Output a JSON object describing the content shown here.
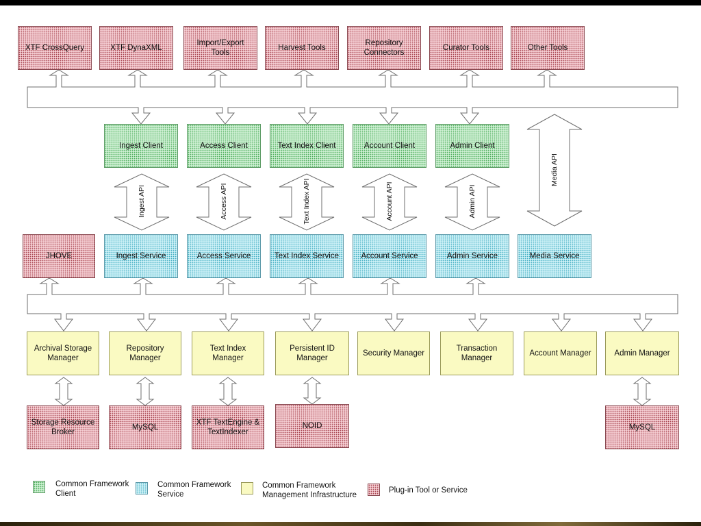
{
  "tools": [
    "XTF CrossQuery",
    "XTF DynaXML",
    "Import/Export Tools",
    "Harvest Tools",
    "Repository Connectors",
    "Curator Tools",
    "Other Tools"
  ],
  "clients": [
    "Ingest Client",
    "Access Client",
    "Text Index Client",
    "Account Client",
    "Admin Client"
  ],
  "apis": [
    "Ingest API",
    "Access API",
    "Text Index API",
    "Account API",
    "Admin API"
  ],
  "media_api": "Media API",
  "plugin_service": "JHOVE",
  "services": [
    "Ingest Service",
    "Access Service",
    "Text Index Service",
    "Account Service",
    "Admin Service",
    "Media Service"
  ],
  "managers": [
    "Archival Storage Manager",
    "Repository Manager",
    "Text Index Manager",
    "Persistent ID Manager",
    "Security Manager",
    "Transaction Manager",
    "Account Manager",
    "Admin Manager"
  ],
  "backends": [
    "Storage Resource Broker",
    "MySQL",
    "XTF TextEngine & TextIndexer",
    "NOID",
    "MySQL"
  ],
  "legend": [
    {
      "label": "Common Framework Client",
      "kind": "client"
    },
    {
      "label": "Common Framework Service",
      "kind": "service"
    },
    {
      "label": "Common Framework Management Infrastructure",
      "kind": "mgmt"
    },
    {
      "label": "Plug-in Tool or Service",
      "kind": "plug"
    }
  ],
  "colors": {
    "plugin": "#f4cdd2",
    "client": "#cdefd2",
    "service": "#ccf0f6",
    "management": "#fafac2"
  }
}
